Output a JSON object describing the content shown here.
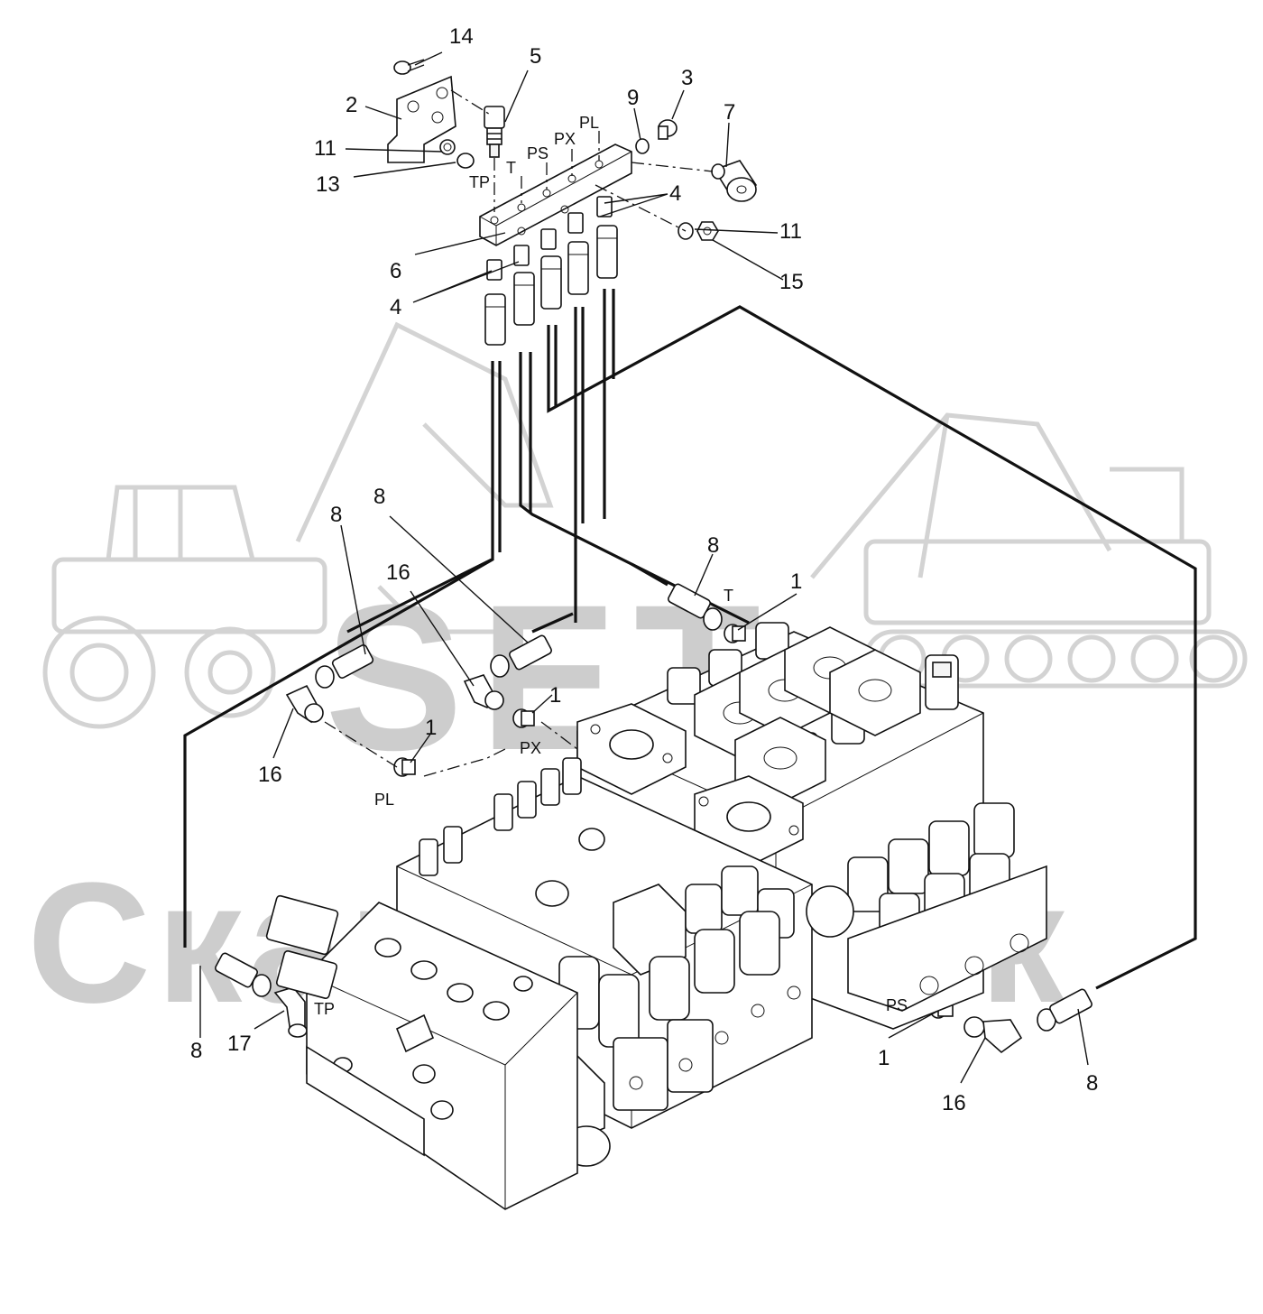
{
  "watermark": {
    "brand": "SET",
    "name": "Скандортек",
    "color": "#c8c8c8"
  },
  "callouts": [
    {
      "id": "c14",
      "text": "14"
    },
    {
      "id": "c5",
      "text": "5"
    },
    {
      "id": "c2",
      "text": "2"
    },
    {
      "id": "c9",
      "text": "9"
    },
    {
      "id": "c3",
      "text": "3"
    },
    {
      "id": "c7",
      "text": "7"
    },
    {
      "id": "c11a",
      "text": "11"
    },
    {
      "id": "c13",
      "text": "13"
    },
    {
      "id": "c4a",
      "text": "4"
    },
    {
      "id": "c11b",
      "text": "11"
    },
    {
      "id": "c6",
      "text": "6"
    },
    {
      "id": "c15",
      "text": "15"
    },
    {
      "id": "c4b",
      "text": "4"
    },
    {
      "id": "c8a",
      "text": "8"
    },
    {
      "id": "c8b",
      "text": "8"
    },
    {
      "id": "c16a",
      "text": "16"
    },
    {
      "id": "c8c",
      "text": "8"
    },
    {
      "id": "c1a",
      "text": "1"
    },
    {
      "id": "c1b",
      "text": "1"
    },
    {
      "id": "c16b",
      "text": "16"
    },
    {
      "id": "c1c",
      "text": "1"
    },
    {
      "id": "c8d",
      "text": "8"
    },
    {
      "id": "c17",
      "text": "17"
    },
    {
      "id": "c1d",
      "text": "1"
    },
    {
      "id": "c8e",
      "text": "8"
    },
    {
      "id": "c16c",
      "text": "16"
    }
  ],
  "ports": [
    {
      "id": "p-tp-top",
      "text": "TP"
    },
    {
      "id": "p-t-top",
      "text": "T"
    },
    {
      "id": "p-ps-top",
      "text": "PS"
    },
    {
      "id": "p-px-top",
      "text": "PX"
    },
    {
      "id": "p-pl-top",
      "text": "PL"
    },
    {
      "id": "p-t-right",
      "text": "T"
    },
    {
      "id": "p-px-mid",
      "text": "PX"
    },
    {
      "id": "p-pl-mid",
      "text": "PL"
    },
    {
      "id": "p-tp-low",
      "text": "TP"
    },
    {
      "id": "p-ps-low",
      "text": "PS"
    }
  ]
}
